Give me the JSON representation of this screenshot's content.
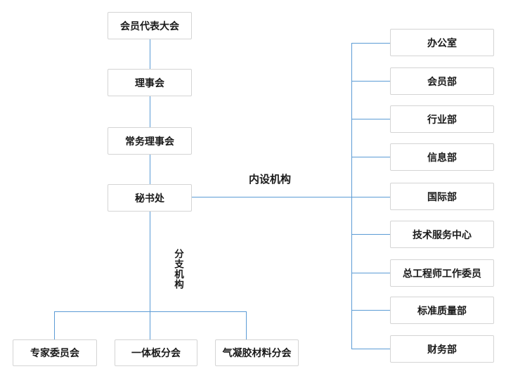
{
  "org_chart": {
    "type": "org-chart",
    "hierarchy_chain": [
      {
        "label": "会员代表大会"
      },
      {
        "label": "理事会"
      },
      {
        "label": "常务理事会"
      },
      {
        "label": "秘书处"
      }
    ],
    "group_labels": {
      "internal": "内设机构",
      "branches": "分支机构"
    },
    "internal_departments": [
      {
        "label": "办公室"
      },
      {
        "label": "会员部"
      },
      {
        "label": "行业部"
      },
      {
        "label": "信息部"
      },
      {
        "label": "国际部"
      },
      {
        "label": "技术服务中心"
      },
      {
        "label": "总工程师工作委员"
      },
      {
        "label": "标准质量部"
      },
      {
        "label": "财务部"
      }
    ],
    "branch_organizations": [
      {
        "label": "专家委员会"
      },
      {
        "label": "一体板分会"
      },
      {
        "label": "气凝胶材料分会"
      }
    ],
    "colors": {
      "connector_line": "#5B9BD5",
      "box_border": "#d4d4d4",
      "box_fill": "#ffffff",
      "text": "#1a1a1a"
    }
  }
}
